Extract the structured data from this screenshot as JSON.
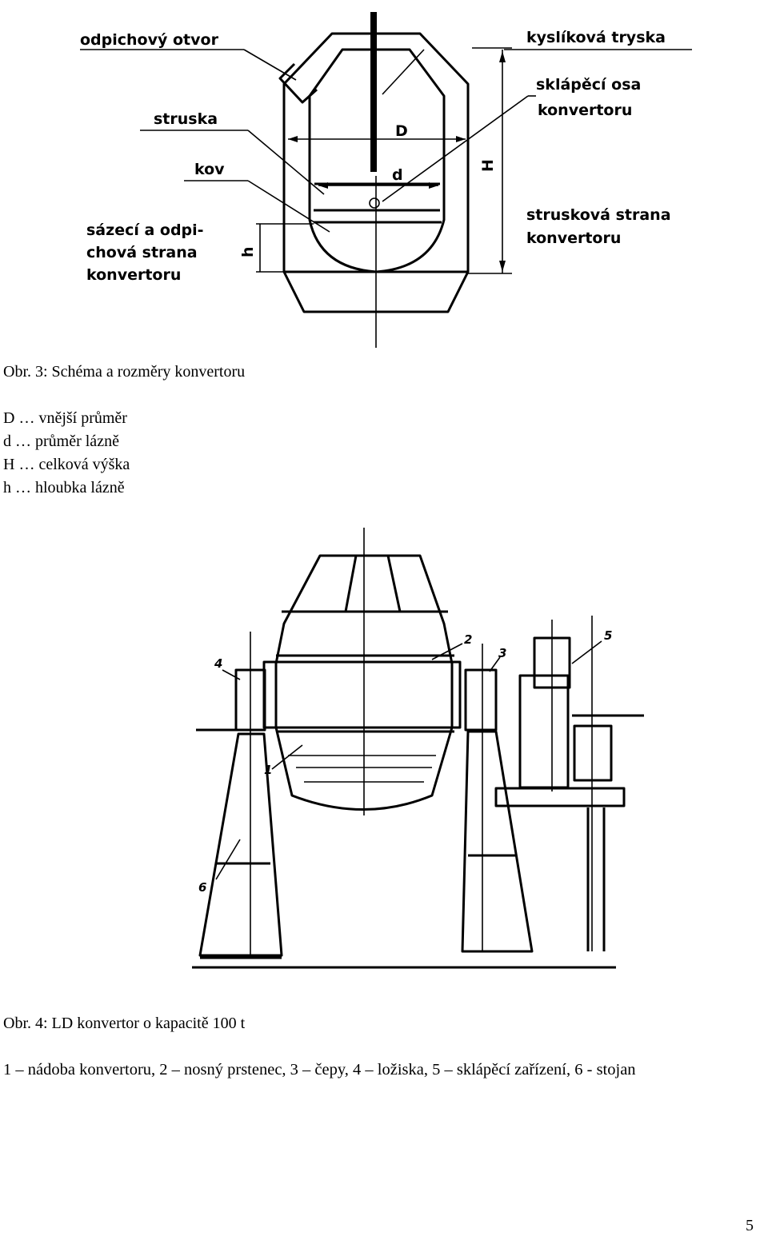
{
  "figure1": {
    "labels": {
      "tap_hole": "odpichový otvor",
      "oxygen_lance": "kyslíková tryska",
      "tilt_axis_line1": "sklápěcí osa",
      "tilt_axis_line2": "konvertoru",
      "slag": "struska",
      "metal": "kov",
      "charging_side_line1": "sázecí a odpi-",
      "charging_side_line2": "chová strana",
      "charging_side_line3": "konvertoru",
      "slag_side_line1": "strusková strana",
      "slag_side_line2": "konvertoru",
      "dim_D": "D",
      "dim_d": "d",
      "dim_H": "H",
      "dim_h": "h"
    },
    "caption": "Obr. 3:  Schéma a rozměry konvertoru",
    "legend": [
      "D …  vnější průměr",
      "d …  průměr lázně",
      "H …  celková výška",
      "h …  hloubka lázně"
    ]
  },
  "figure2": {
    "labels": {
      "n1": "1",
      "n2": "2",
      "n3": "3",
      "n4": "4",
      "n5": "5",
      "n6": "6"
    },
    "caption": "Obr. 4:  LD konvertor o kapacitě 100 t",
    "legend": "1 – nádoba konvertoru, 2 – nosný prstenec, 3 – čepy, 4 – ložiska, 5 – sklápěcí zařízení, 6 - stojan"
  },
  "page_number": "5"
}
